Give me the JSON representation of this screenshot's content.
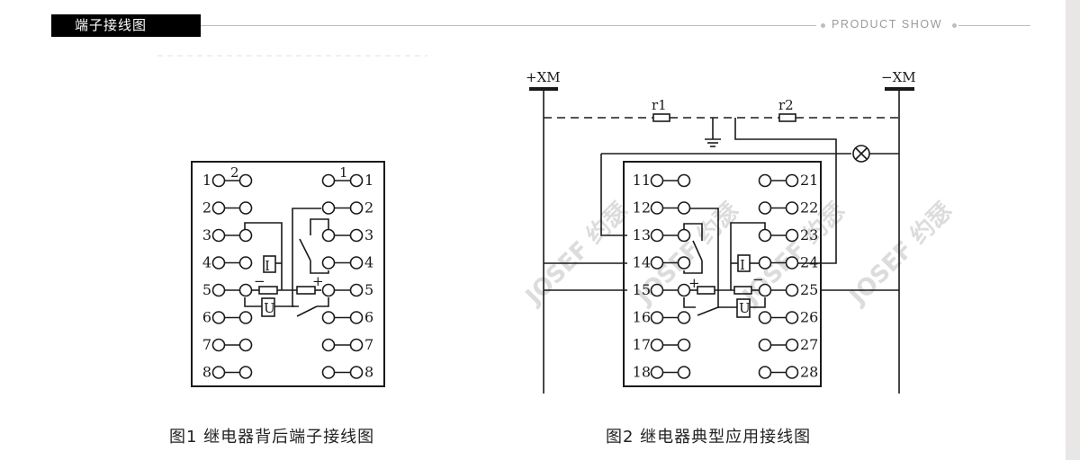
{
  "header": {
    "title": "端子接线图",
    "subtitle": "PRODUCT SHOW"
  },
  "figure1": {
    "caption": "图1  继电器背后端子接线图",
    "left_terminals": [
      "1",
      "2",
      "3",
      "4",
      "5",
      "6",
      "7",
      "8"
    ],
    "right_terminals": [
      "1",
      "2",
      "3",
      "4",
      "5",
      "6",
      "7",
      "8"
    ],
    "label_contact_left": "2",
    "label_contact_right": "1",
    "coil_current": "I",
    "coil_voltage": "U",
    "plus_sign": "+",
    "minus_sign": "−"
  },
  "figure2": {
    "caption": "图2  继电器典型应用接线图",
    "bus_positive": "+XM",
    "bus_negative": "−XM",
    "resistor_1": "r1",
    "resistor_2": "r2",
    "left_terminals": [
      "11",
      "12",
      "13",
      "14",
      "15",
      "16",
      "17",
      "18"
    ],
    "right_terminals": [
      "21",
      "22",
      "23",
      "24",
      "25",
      "26",
      "27",
      "28"
    ],
    "coil_current": "I",
    "coil_voltage": "U",
    "plus_sign": "+",
    "minus_sign": "−"
  },
  "watermark": {
    "text": "JOSEF 约瑟"
  },
  "colors": {
    "ink": "#1a1a1a",
    "header_bg": "#000000",
    "header_line": "#bdbdbd",
    "subtitle": "#9a9a9a",
    "watermark": "#d9d9d9"
  }
}
